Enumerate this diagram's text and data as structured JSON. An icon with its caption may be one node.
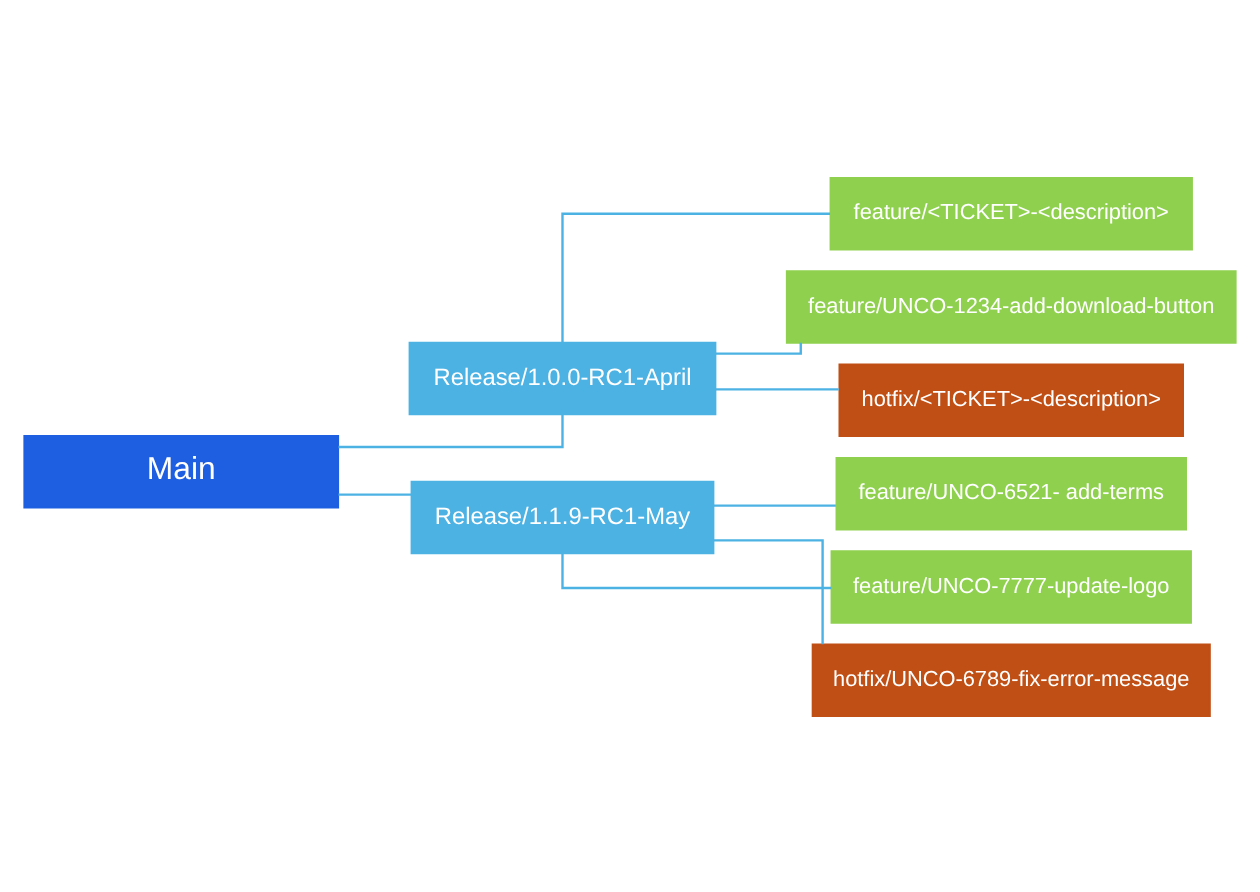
{
  "diagram": {
    "nodes": [
      {
        "text": [
          "Main"
        ]
      },
      {
        "text": [
          "Release/1.0.0-RC1-April"
        ]
      },
      {
        "text": [
          "feature/<TICKET>-<description>"
        ]
      },
      {
        "text": [
          "feature/UNCO-1234-add-download-button"
        ]
      },
      {
        "text": [
          "hotfix/<TICKET>-<description>"
        ]
      },
      {
        "text": [
          "Release/1.1.9-RC1-May"
        ]
      },
      {
        "text": [
          "feature/UNCO-6521- add-terms"
        ]
      },
      {
        "text": [
          "feature/UNCO-7777-update-logo"
        ]
      },
      {
        "text": [
          "hotfix/UNCO-6789-fix-error-message"
        ]
      }
    ],
    "edges": [
      {
        "from": 0,
        "to": 1,
        "arrow": "none"
      },
      {
        "from": 0,
        "to": 5,
        "arrow": "none"
      },
      {
        "from": 1,
        "to": 2,
        "arrow": "none"
      },
      {
        "from": 1,
        "to": 3,
        "arrow": "none"
      },
      {
        "from": 1,
        "to": 4,
        "arrow": "none"
      },
      {
        "from": 5,
        "to": 6,
        "arrow": "none"
      },
      {
        "from": 5,
        "to": 7,
        "arrow": "none"
      },
      {
        "from": 5,
        "to": 8,
        "arrow": "none"
      }
    ]
  }
}
